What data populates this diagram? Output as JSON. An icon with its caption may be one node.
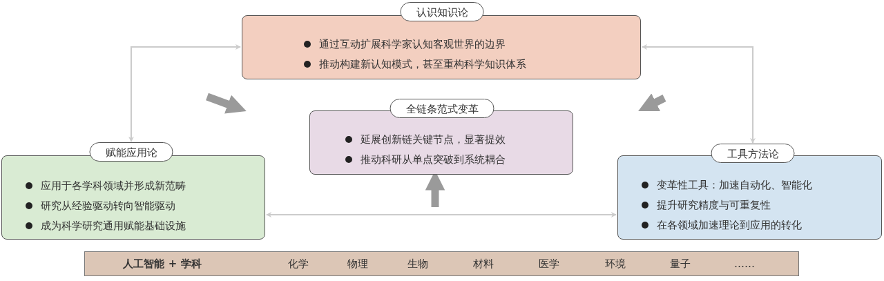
{
  "diagram": {
    "nodes": [
      {
        "text": [
          "认识知识论",
          "通过互动扩展科学家认知客观世界的边界",
          "推动构建新认知模式，甚至重构科学知识体系"
        ]
      },
      {
        "text": [
          "全链条范式变革",
          "延展创新链关键节点，显著提效",
          "推动科研从单点突破到系统耦合"
        ]
      },
      {
        "text": [
          "赋能应用论",
          "应用于各学科领域并形成新范畴",
          "研究从经验驱动转向智能驱动",
          "成为科学研究通用赋能基础设施"
        ]
      },
      {
        "text": [
          "工具方法论",
          "变革性工具：加速自动化、智能化",
          "提升研究精度与可重复性",
          "在各领域加速理论到应用的转化"
        ]
      },
      {
        "text": [
          "人工智能 + 学科",
          "化学",
          "物理",
          "生物",
          "材料",
          "医学",
          "环境",
          "量子",
          "……"
        ]
      }
    ],
    "edges": [
      {
        "from": 0,
        "to": 2,
        "arrow": "both"
      },
      {
        "from": 0,
        "to": 3,
        "arrow": "both"
      },
      {
        "from": 2,
        "to": 3,
        "arrow": "both"
      },
      {
        "from": null,
        "to": 1,
        "arrow": "to",
        "style": "thick",
        "color": "#9a9a9a"
      }
    ]
  }
}
